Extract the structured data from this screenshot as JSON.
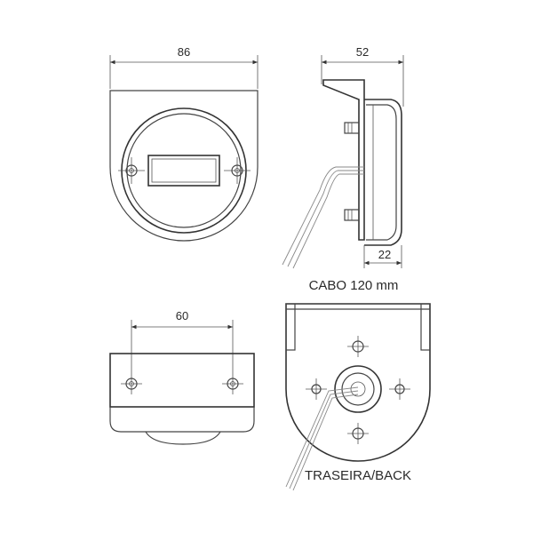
{
  "dimensions": {
    "front_width": "86",
    "side_depth": "52",
    "side_base": "22",
    "mount_spacing": "60"
  },
  "captions": {
    "cable": "CABO 120 mm",
    "rear_view": "TRASEIRA/BACK"
  }
}
